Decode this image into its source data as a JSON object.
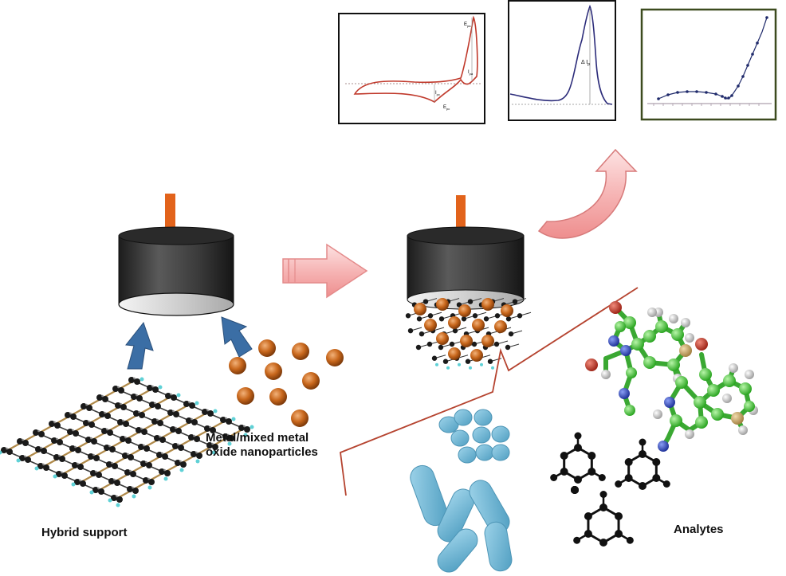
{
  "labels": {
    "hybrid_support": "Hybrid support",
    "nanoparticles_line1": "Metal/mixed metal",
    "nanoparticles_line2": "oxide nanoparticles",
    "analytes": "Analytes"
  },
  "plots": {
    "cv": {
      "epa": "E",
      "epa_sub": "pa",
      "ipa": "I",
      "ipa_sub": "pa",
      "ipc": "I",
      "ipc_sub": "pc",
      "epc": "E",
      "epc_sub": "pc"
    },
    "dpv": {
      "delta_i": "Δ I",
      "delta_i_sub": "p"
    }
  },
  "colors": {
    "cv_curve": "#c0392b",
    "dpv_curve": "#2c2c7a",
    "cal_curve": "#1f2a6b",
    "cal_frame": "#3d4b1f",
    "arrow_blue": "#3b6ea5",
    "arrow_pink": "#f4a6a6",
    "nanoparticle": "#c8671c",
    "electrode_pin": "#e2631b",
    "bacteria": "#6fb8d6",
    "bracket": "#b5432f",
    "carbon": "#45d13a",
    "oxygen": "#c0392b",
    "nitrogen": "#2945b8",
    "sulfur": "#c8a66a",
    "hydrogen": "#d9d9d9"
  },
  "icons": [
    "electrode-icon",
    "graphene-sheet-icon",
    "nanoparticles-icon",
    "bacteria-icon",
    "molecule-icon",
    "hexagon-structure-icon",
    "arrow-icon"
  ]
}
